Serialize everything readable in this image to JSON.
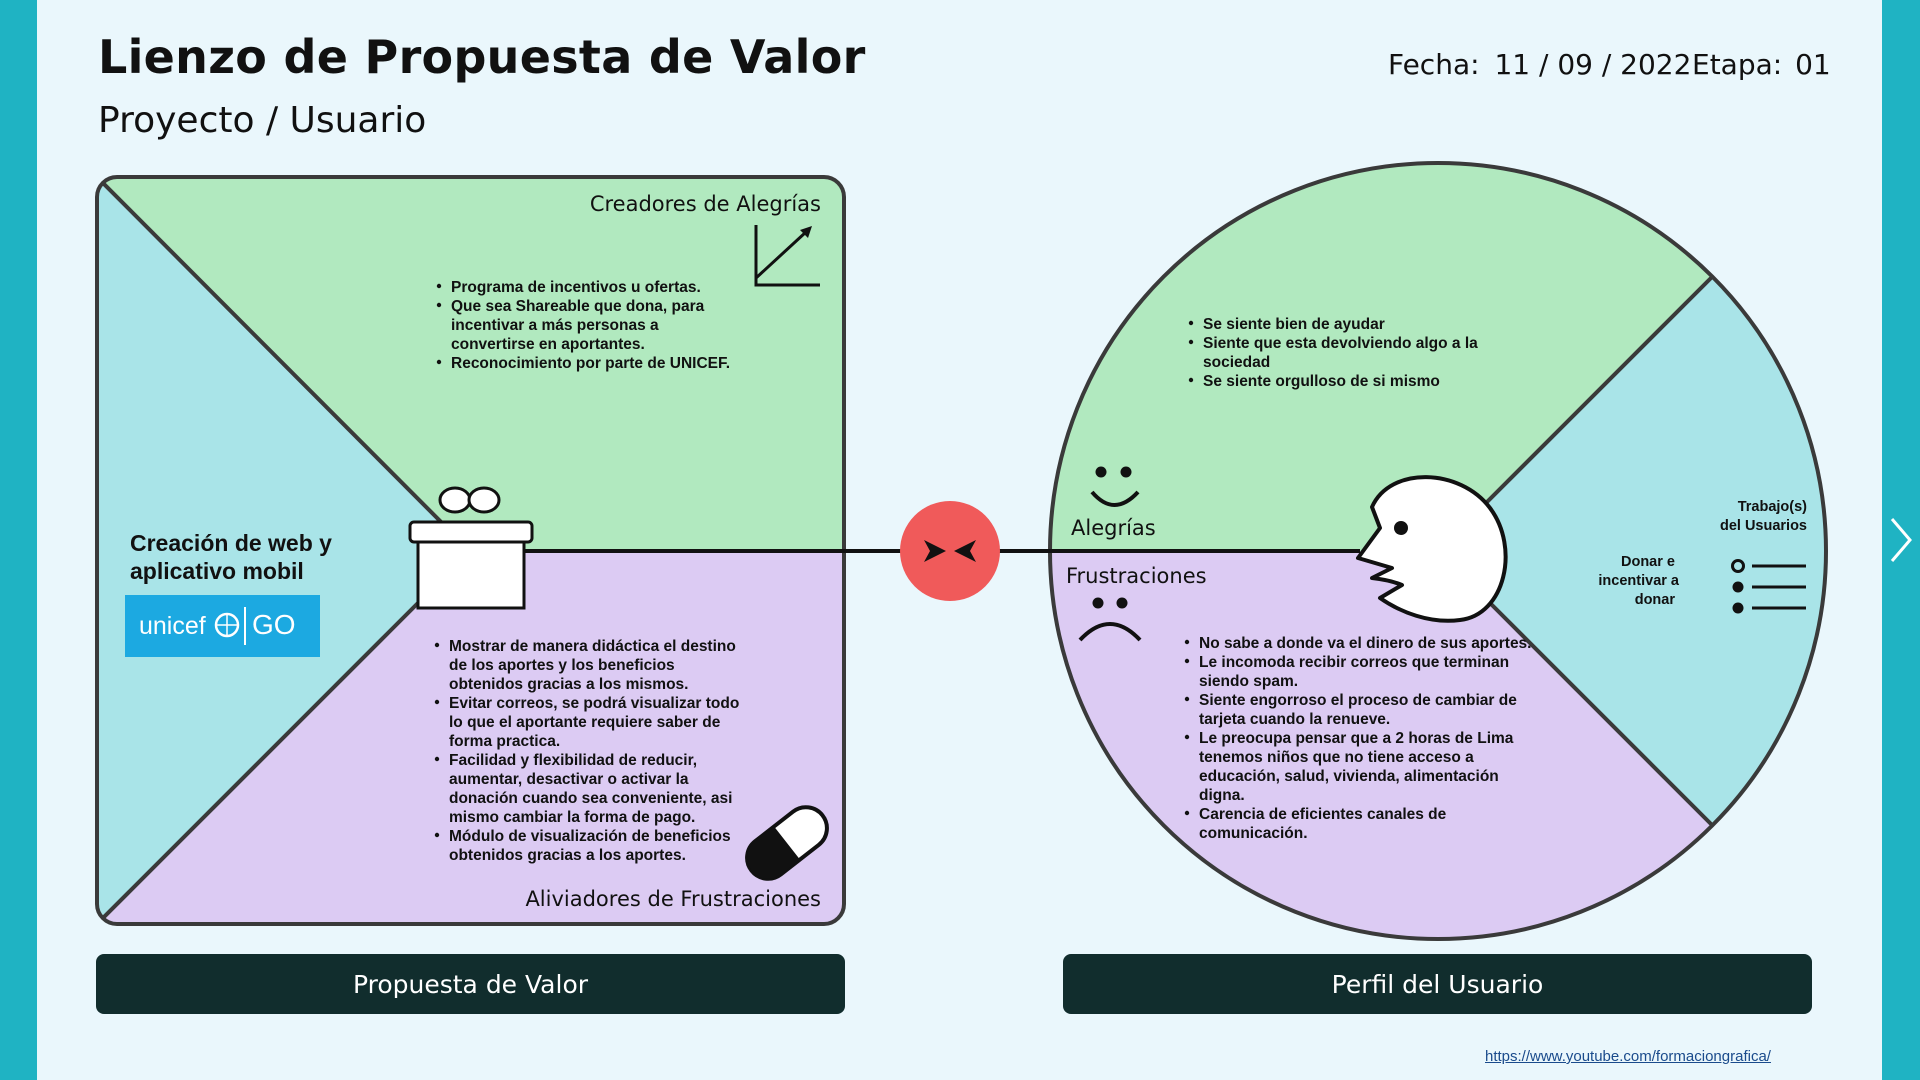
{
  "header": {
    "title": "Lienzo de Propuesta de Valor",
    "subtitle": "Proyecto / Usuario",
    "fecha_label": "Fecha:",
    "fecha_value": "11 / 09 / 2022",
    "etapa_label": "Etapa:",
    "etapa_value": "01"
  },
  "value_proposition": {
    "gain_creators_label": "Creadores de Alegrías",
    "gain_creators_items": [
      "Programa de incentivos u ofertas.",
      "Que sea Shareable que dona, para",
      "incentivar a más personas a",
      "convertirse en aportantes.",
      "Reconocimiento por parte de UNICEF."
    ],
    "pain_relievers_label": "Aliviadores de Frustraciones",
    "pain_relievers_items": [
      "Mostrar de manera didáctica el destino",
      "de los aportes y los beneficios",
      "obtenidos gracias a los mismos.",
      "Evitar correos, se podrá visualizar todo",
      "lo que el aportante requiere saber de",
      "forma practica.",
      "Facilidad y flexibilidad de reducir,",
      "aumentar, desactivar o activar la",
      "donación cuando sea conveniente, asi",
      "mismo cambiar la forma de pago.",
      "Módulo de visualización de beneficios",
      "obtenidos gracias a los aportes."
    ],
    "products_line1": "Creación de web y",
    "products_line2": "aplicativo mobil",
    "logo_text": "unicef",
    "logo_go": "GO"
  },
  "customer_profile": {
    "gains_label": "Alegrías",
    "gains_items": [
      "Se siente bien de ayudar",
      "Siente que esta devolviendo algo a la",
      "sociedad",
      "Se siente orgulloso de si mismo"
    ],
    "pains_label": "Frustraciones",
    "pains_items": [
      "No sabe a donde va el dinero de sus aportes.",
      "Le incomoda recibir correos que terminan",
      "siendo spam.",
      "Siente engorroso el proceso de cambiar de",
      "tarjeta cuando la renueve.",
      "Le preocupa pensar que a 2 horas de Lima",
      "tenemos niños que no tiene acceso a",
      "educación, salud, vivienda, alimentación",
      "digna.",
      "Carencia de eficientes canales de",
      "comunicación."
    ],
    "jobs_label_1": "Trabajo(s)",
    "jobs_label_2": "del Usuarios",
    "jobs_items": [
      "Donar e",
      "incentivar a",
      "donar"
    ]
  },
  "footer": {
    "left_button": "Propuesta de Valor",
    "right_button": "Perfil del Usuario",
    "link": "https://www.youtube.com/formaciongrafica/"
  },
  "colors": {
    "green": "#b1e9bf",
    "purple": "#dccbf3",
    "teal": "#a9e4e8",
    "red": "#f05a5a",
    "dark": "#112d2d"
  }
}
